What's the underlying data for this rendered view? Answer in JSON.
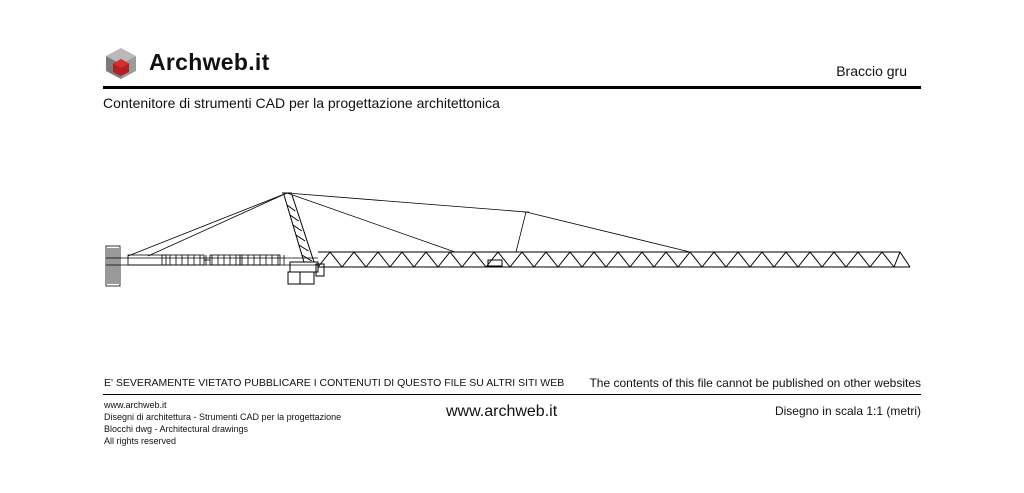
{
  "header": {
    "brand": "Archweb.it",
    "document_title": "Braccio gru",
    "subtitle": "Contenitore di strumenti CAD per la progettazione architettonica"
  },
  "drawing": {
    "icon": "tower-crane-jib-elevation",
    "line_color": "#000000"
  },
  "notice": {
    "italian": "E' SEVERAMENTE VIETATO PUBBLICARE I CONTENUTI DI QUESTO FILE SU ALTRI SITI WEB",
    "english": "The contents of this file cannot be published on other websites"
  },
  "footer": {
    "lines": [
      "www.archweb.it",
      "Disegni di architettura - Strumenti CAD  per la progettazione",
      "Blocchi dwg - Architectural drawings",
      "All rights reserved"
    ],
    "site": "www.archweb.it",
    "scale": "Disegno in scala 1:1 (metri)"
  },
  "colors": {
    "logo_red": "#b51f1f",
    "logo_grey": "#8a8a8a",
    "rule": "#000000"
  }
}
